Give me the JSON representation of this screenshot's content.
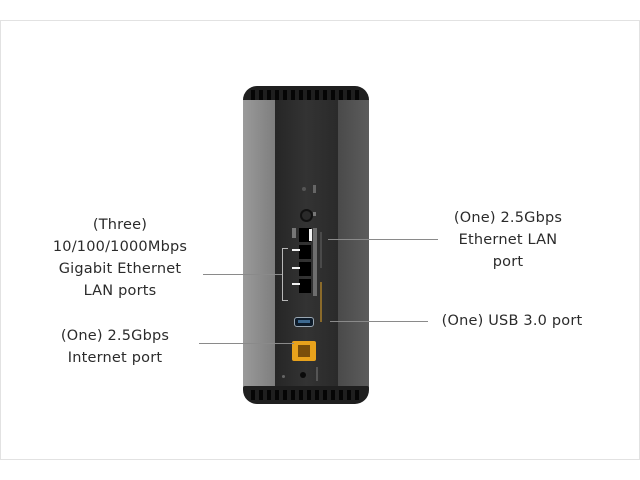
{
  "callouts": {
    "lan_gigabit": {
      "lines": [
        "(Three)",
        "10/100/1000Mbps",
        "Gigabit Ethernet",
        "LAN ports"
      ]
    },
    "internet": {
      "lines": [
        "(One) 2.5Gbps",
        "Internet port"
      ]
    },
    "lan_25g": {
      "lines": [
        "(One) 2.5Gbps",
        "Ethernet LAN",
        "port"
      ]
    },
    "usb": {
      "lines": [
        "(One) USB 3.0 port"
      ]
    }
  },
  "colors": {
    "text": "#2b2b2b",
    "leader_line": "#8a8a8a",
    "router_body": "#2e2e2e",
    "internet_port": "#e8a21c",
    "usb_port": "#3e6a91"
  }
}
